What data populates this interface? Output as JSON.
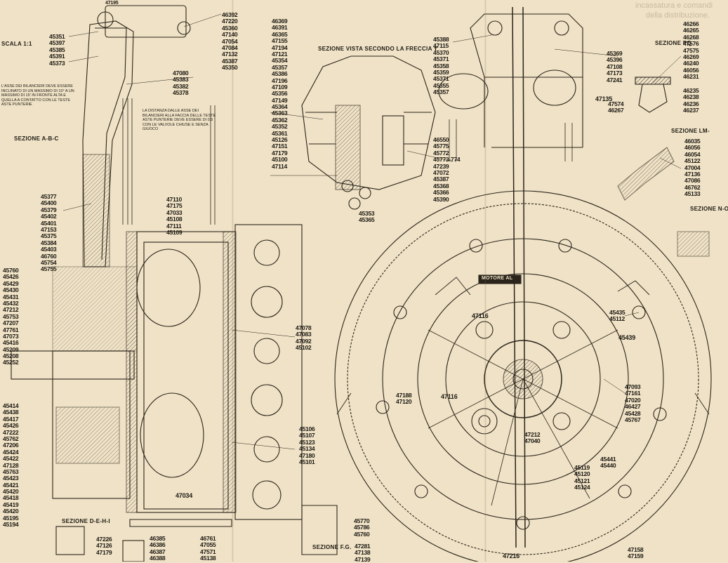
{
  "watermark": {
    "line1": "incassatura e comandi",
    "line2": "della distribuzione."
  },
  "titles": {
    "scala": "SCALA 1:1",
    "sezione_abc": "SEZIONE A-B-C",
    "sezione_y": "SEZIONE VISTA SECONDO LA FRECCIA Y",
    "sezione_pq": "SEZIONE PQ",
    "sezione_lm": "SEZIONE LM-",
    "sezione_no": "SEZIONE N-O",
    "sezione_deh": "SEZIONE D-E-H-I",
    "sezione_fg": "SEZIONE F.G.",
    "motore": "MOTORE AL"
  },
  "notes": {
    "rocker_axis": "L'ASSE DEI BILANCIERI DEVE ESSERE INCLINATO DI UN MASSIMO DI 10° A UN MASSIMO DI 15' IN FRONTE ALTA E QUELLA A CONTATTO CON LE TESTE ASTE PUNTERIE",
    "rocker_distance": "LA DISTANZA DALLE ASSE DEI BILANCIERI ALLA FACCIA DELLE TESTE ASTE PUNTERIE DEVE ESSERE DI 0,5 CON LE VALVOLE CHIUSE E SENZA GIUOCO"
  },
  "groups": {
    "top_left": [
      "45351",
      "45397",
      "45385",
      "45391",
      "45373"
    ],
    "upper_center": [
      "47080",
      "45383",
      "45382",
      "45378"
    ],
    "left_mid": [
      "45377",
      "45400",
      "45379",
      "45402",
      "45401",
      "47153",
      "45375",
      "45384",
      "45403",
      "46760",
      "45754",
      "45755"
    ],
    "left_edge_upper": [
      "45760",
      "45426",
      "45429",
      "45430",
      "45431",
      "45432",
      "47212",
      "45753",
      "47207",
      "47761",
      "47073",
      "45416",
      "45209",
      "45208",
      "45252"
    ],
    "left_edge_lower": [
      "45414",
      "45438",
      "45417",
      "45426",
      "47222",
      "45762",
      "47206",
      "45424",
      "45422",
      "47128",
      "45763",
      "45423",
      "45421",
      "45420",
      "45418",
      "45419",
      "45420",
      "45195",
      "45194"
    ],
    "center_small": [
      "47110",
      "47175",
      "47033",
      "45108",
      "47111",
      "45109"
    ],
    "col_top_mid": [
      "46392",
      "47220",
      "45360",
      "47140",
      "47054",
      "47084",
      "47132",
      "45387",
      "45350"
    ],
    "col_rocker": [
      "46369",
      "46391",
      "46365",
      "47155",
      "47194",
      "47121",
      "45354",
      "45357",
      "45386",
      "47196",
      "47109",
      "45356",
      "47149",
      "45364",
      "45363",
      "45362",
      "45352",
      "45361",
      "45126",
      "47151",
      "47179",
      "45100",
      "47114"
    ],
    "col_y_right": [
      "45388",
      "47115",
      "45370",
      "45371",
      "45358",
      "45359",
      "45371",
      "45355",
      "45357"
    ],
    "col_y_lower": [
      "46550",
      "45775",
      "45772",
      "45773-774",
      "47239",
      "47072",
      "45387",
      "45368",
      "45366",
      "45390"
    ],
    "bottom_y": [
      "45353",
      "45365"
    ],
    "col_cover": [
      "45369",
      "45396",
      "47108",
      "47173",
      "47241"
    ],
    "col_pq": [
      "46266",
      "46265",
      "46268",
      "47576",
      "47575",
      "46269",
      "46240",
      "46056",
      "46231"
    ],
    "col_pq_lower": [
      "46235",
      "46238",
      "46236",
      "46237"
    ],
    "col_pq_left": [
      "47574",
      "46267"
    ],
    "col_lm": [
      "46035",
      "46056",
      "46054",
      "45122",
      "47004",
      "47136",
      "47086",
      "46762",
      "45133"
    ],
    "mid_center": [
      "47078",
      "47083",
      "47092",
      "45102"
    ],
    "lower_center": [
      "45106",
      "45107",
      "45123",
      "45134",
      "47180",
      "45101"
    ],
    "crank": [
      "47188",
      "47120"
    ],
    "cam_right": [
      "45435",
      "45112"
    ],
    "cam_right_mid": [
      "47093",
      "47161",
      "47020",
      "46427",
      "45428",
      "45767"
    ],
    "cam_right_low": [
      "45441",
      "45440"
    ],
    "cam_bottom_right": [
      "45119",
      "45120",
      "45121",
      "45124"
    ],
    "cam_center_low": [
      "47212",
      "47040"
    ],
    "bottom_mid": [
      "45770",
      "45786",
      "45760"
    ],
    "bottom_a": [
      "46385",
      "46386",
      "46387",
      "46388"
    ],
    "bottom_b": [
      "46761",
      "47055",
      "47571",
      "45138"
    ],
    "bottom_c": [
      "47226",
      "47126",
      "47179"
    ],
    "bottom_fg": [
      "47281",
      "47138",
      "47139"
    ],
    "bottom_right": [
      "47158",
      "47159"
    ],
    "singles": {
      "top_rocker": "47195",
      "center_rod": "47116",
      "disc_left": "47116",
      "pin_left": "45439",
      "pin_bottom": "47034",
      "cover_right": "47135",
      "center_bottom": "47216"
    }
  }
}
